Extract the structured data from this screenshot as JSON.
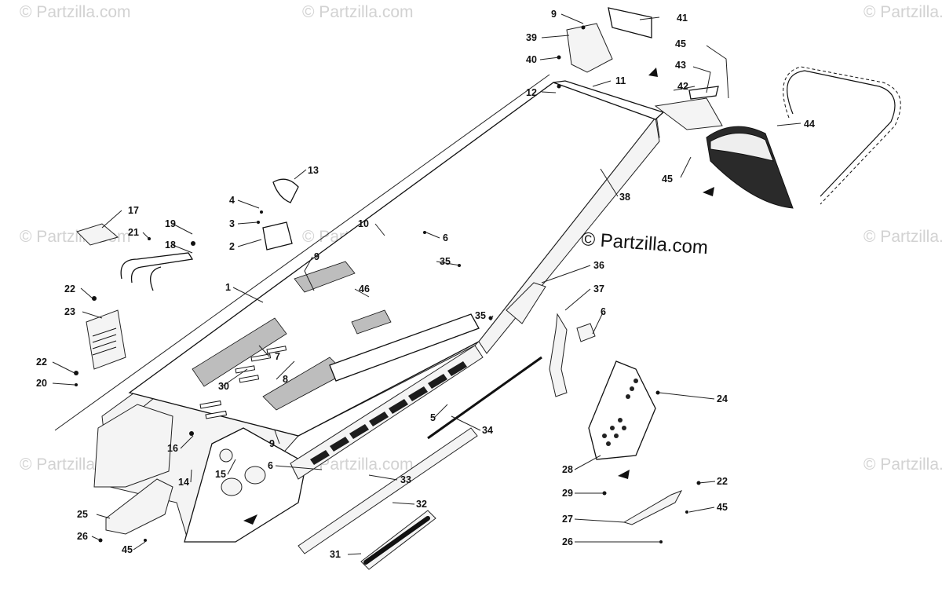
{
  "brand_text": "© Partzilla.com",
  "watermark_text": "© Partzilla.com",
  "callouts": [
    "9",
    "41",
    "39",
    "45",
    "40",
    "43",
    "42",
    "11",
    "12",
    "44",
    "13",
    "38",
    "45",
    "4",
    "17",
    "3",
    "19",
    "21",
    "10",
    "2",
    "6",
    "18",
    "9",
    "35",
    "36",
    "1",
    "46",
    "22",
    "37",
    "23",
    "35",
    "6",
    "7",
    "22",
    "30",
    "8",
    "20",
    "5",
    "24",
    "34",
    "9",
    "16",
    "6",
    "28",
    "15",
    "14",
    "33",
    "22",
    "29",
    "32",
    "45",
    "25",
    "27",
    "26",
    "45",
    "26",
    "31"
  ]
}
